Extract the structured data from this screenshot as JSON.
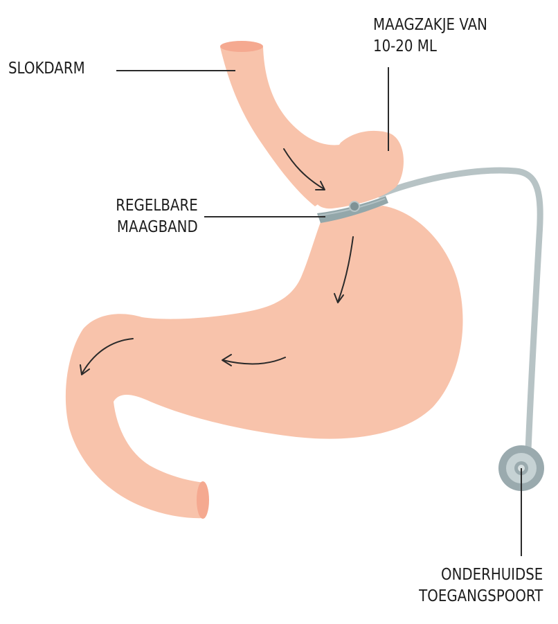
{
  "labels": {
    "esophagus": "SLOKDARM",
    "pouch": {
      "line1": "MAAGZAKJE VAN",
      "line2": "10-20 ML"
    },
    "band": {
      "line1": "REGELBARE",
      "line2": "MAAGBAND"
    },
    "port": {
      "line1": "ONDERHUIDSE",
      "line2": "TOEGANGSPOORT"
    }
  },
  "colors": {
    "stomach": "#f8c3ab",
    "stomach_opening": "#f5a990",
    "band": "#93a7aa",
    "tube": "#b7c3c5",
    "port_outer": "#9aaaae",
    "port_inner": "#c6d2d4",
    "leader_line": "#2a2a2a",
    "arrow": "#2a2a2a",
    "text": "#1c1c1c"
  }
}
